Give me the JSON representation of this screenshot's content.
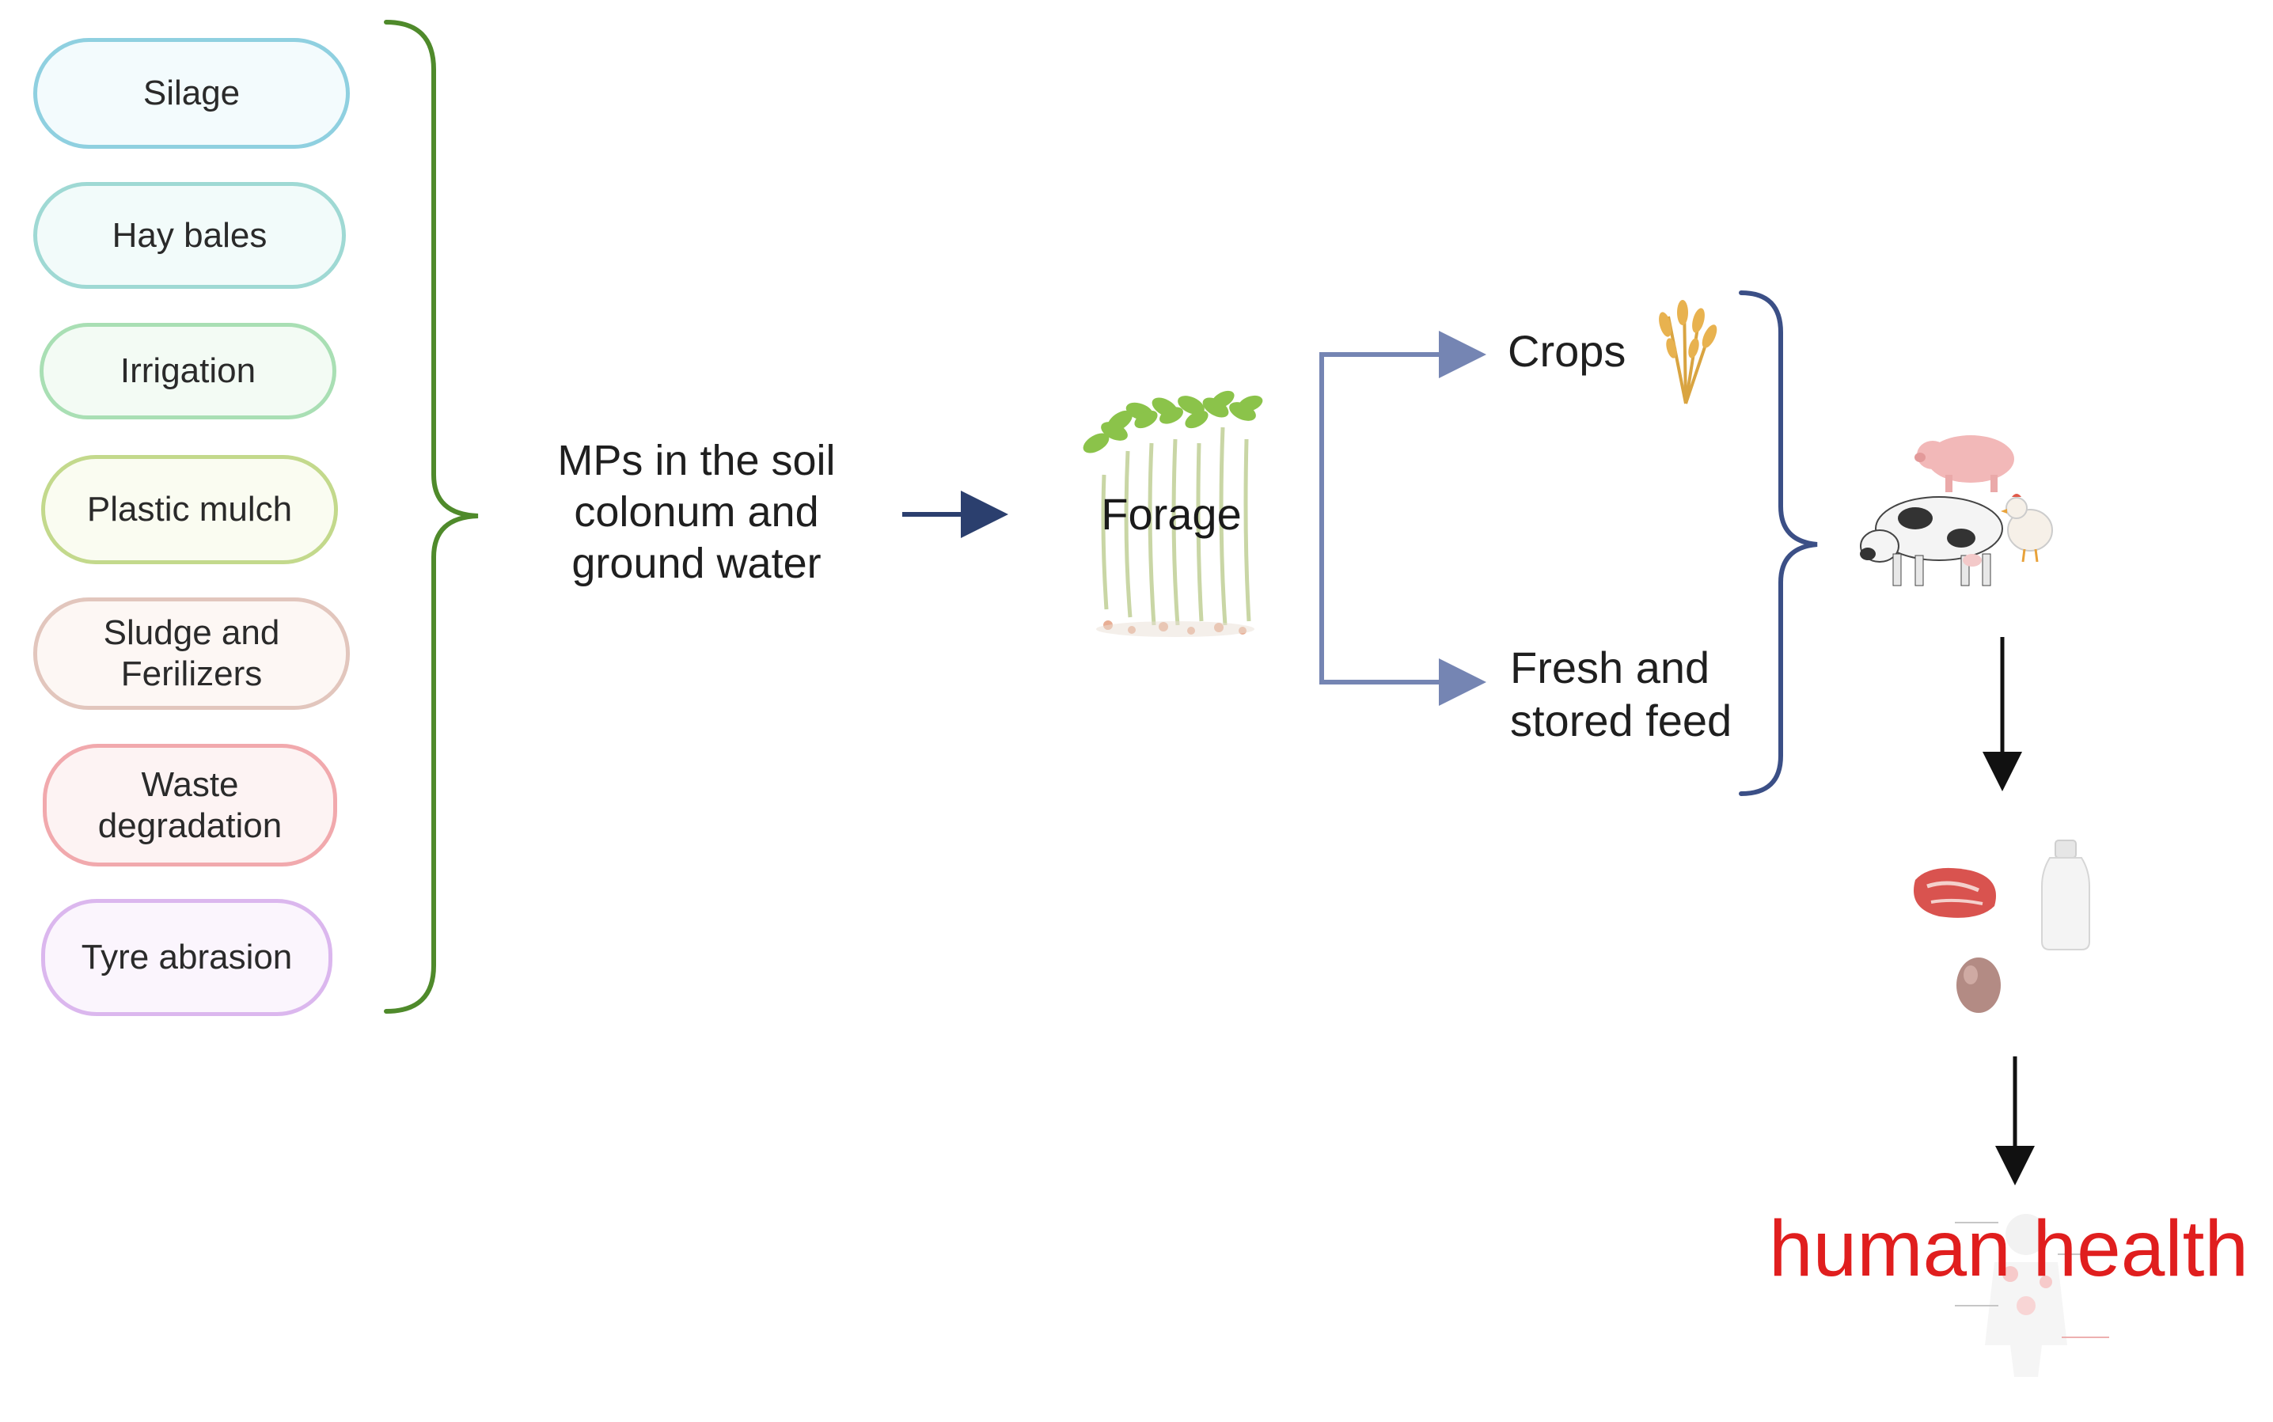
{
  "sources": [
    {
      "label": "Silage",
      "border": "#8fd0e0",
      "fill": "#f3fbfd"
    },
    {
      "label": "Hay bales",
      "border": "#9fd9d4",
      "fill": "#f2fbfa"
    },
    {
      "label": "Irrigation",
      "border": "#a9dfb4",
      "fill": "#f3fbf4"
    },
    {
      "label": "Plastic mulch",
      "border": "#c3d98c",
      "fill": "#fafcf1"
    },
    {
      "label": "Sludge and\nFerilizers",
      "border": "#e2c6bd",
      "fill": "#fdf7f4"
    },
    {
      "label": "Waste\ndegradation",
      "border": "#f1a9ad",
      "fill": "#fdf3f3"
    },
    {
      "label": "Tyre abrasion",
      "border": "#dbb7ee",
      "fill": "#fbf5fd"
    }
  ],
  "mps_text": "MPs in the soil\ncolonum and\nground water",
  "forage_label": "Forage",
  "crops_label": "Crops",
  "feed_label": "Fresh and\nstored feed",
  "human_health_label": "human health",
  "colors": {
    "left_brace": "#4f8a2b",
    "right_brace": "#3b4f86",
    "flow_arrow": "#2b3f6e",
    "branch_line": "#7585b3",
    "down_arrow": "#111111",
    "human_health": "#e01e1e"
  },
  "icons": [
    "seedlings-icon",
    "wheat-icon",
    "pig-icon",
    "cow-icon",
    "chicken-icon",
    "meat-icon",
    "milk-bottle-icon",
    "egg-icon",
    "human-body-icon"
  ]
}
